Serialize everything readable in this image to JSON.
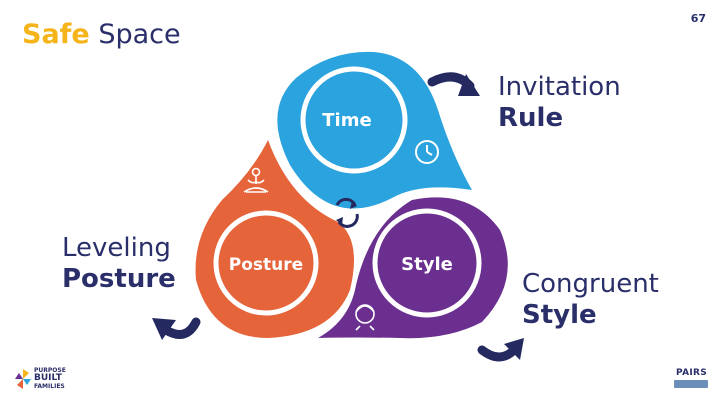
{
  "header": {
    "title_bold": "Safe",
    "title_light": "Space",
    "page_number": "67"
  },
  "diagram": {
    "circles": {
      "time": {
        "label": "Time",
        "color": "#2aa3de",
        "icon": "clock-icon"
      },
      "posture": {
        "label": "Posture",
        "color": "#e5643a",
        "icon": "meditation-person-icon"
      },
      "style": {
        "label": "Style",
        "color": "#6a2f8f",
        "icon": "face-icon"
      }
    },
    "center_icon": "cycle-arrows-icon",
    "arrow_color": "#24295f"
  },
  "labels": {
    "time": {
      "line1": "Invitation",
      "line2": "Rule"
    },
    "posture": {
      "line1": "Leveling",
      "line2": "Posture"
    },
    "style": {
      "line1": "Congruent",
      "line2": "Style"
    }
  },
  "footer": {
    "left_logo": {
      "line1": "PURPOSE",
      "line2": "BUILT",
      "line3": "FAMILIES"
    },
    "right_logo": {
      "name": "PAIRS"
    }
  }
}
